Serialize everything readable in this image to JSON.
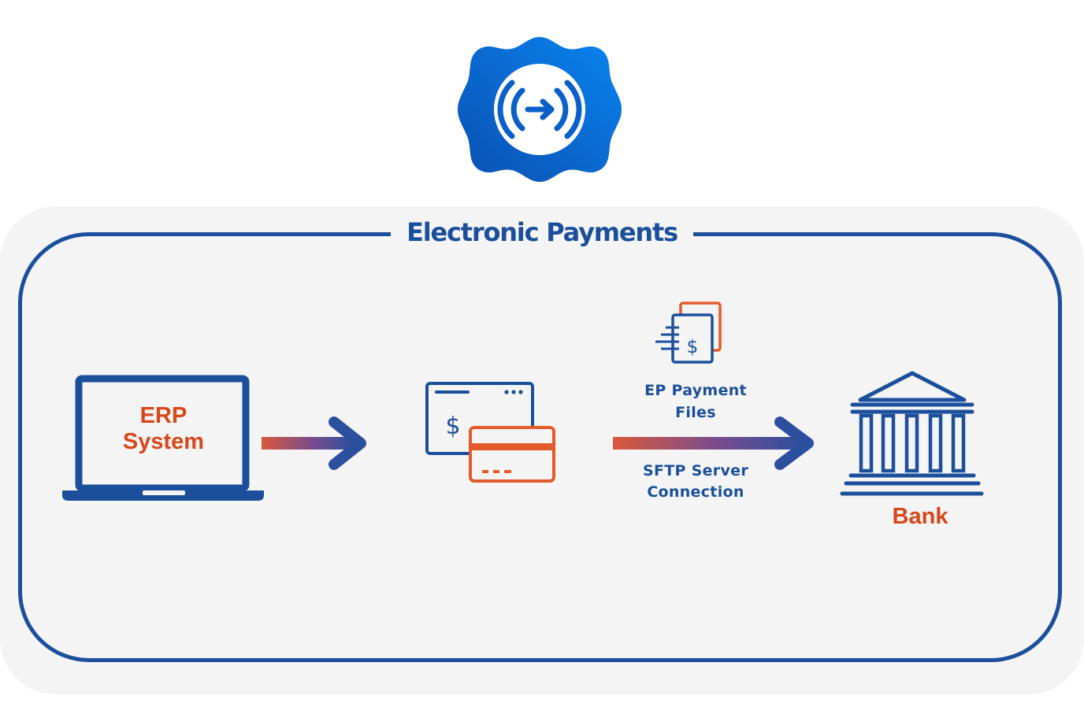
{
  "title": "Electronic Payments",
  "nodes": {
    "erp": {
      "line1": "ERP",
      "line2": "System"
    },
    "bank": {
      "label": "Bank"
    }
  },
  "connection": {
    "files_line1": "EP Payment",
    "files_line2": "Files",
    "server_line1": "SFTP Server",
    "server_line2": "Connection"
  },
  "colors": {
    "brand_blue": "#1b4f9c",
    "accent_orange": "#e35b2b",
    "label_orange": "#d7471a",
    "panel_bg": "#f4f4f4",
    "gear_light": "#0a84f0",
    "gear_dark": "#0a4fb0"
  },
  "icons": [
    "signal-arrow-icon",
    "laptop-icon",
    "payment-window-icon",
    "credit-card-icon",
    "payment-files-icon",
    "bank-icon"
  ]
}
